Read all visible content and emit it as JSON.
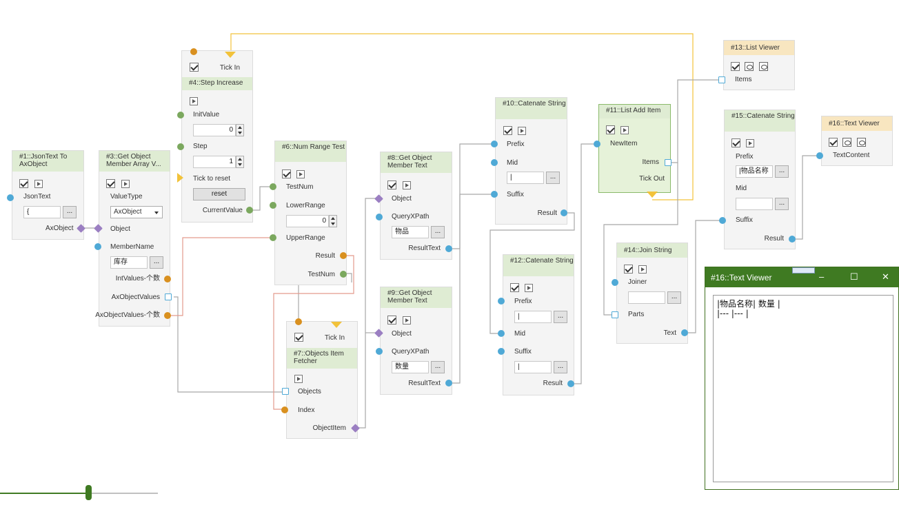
{
  "nodes": {
    "n1": {
      "title": "#1::JsonText To AxObject",
      "in_label": "JsonText",
      "input_value": "{",
      "out_label": "AxObject"
    },
    "n3": {
      "title": "#3::Get Object Member Array V...",
      "valuetype_label": "ValueType",
      "valuetype_value": "AxObject",
      "object_label": "Object",
      "membername_label": "MemberName",
      "membername_value": "库存",
      "out1": "IntValues-个数",
      "out2": "AxObjectValues",
      "out3": "AxObjectValues-个数"
    },
    "n4": {
      "title": "#4::Step Increase",
      "tick_in": "Tick In",
      "initvalue_label": "InitValue",
      "initvalue": "0",
      "step_label": "Step",
      "step": "1",
      "tick_reset_label": "Tick to reset",
      "reset_button": "reset",
      "currentvalue_label": "CurrentValue"
    },
    "n6": {
      "title": "#6::Num Range Test",
      "testnum_label": "TestNum",
      "lowerrange_label": "LowerRange",
      "lowerrange": "0",
      "upperrange_label": "UpperRange",
      "result_label": "Result",
      "testnum_out": "TestNum"
    },
    "n7": {
      "title": "#7::Objects Item Fetcher",
      "tick_in": "Tick In",
      "objects_label": "Objects",
      "index_label": "Index",
      "objectitem_label": "ObjectItem"
    },
    "n8": {
      "title": "#8::Get Object Member Text",
      "object_label": "Object",
      "query_label": "QueryXPath",
      "query_value": "物品",
      "result_label": "ResultText"
    },
    "n9": {
      "title": "#9::Get Object Member Text",
      "object_label": "Object",
      "query_label": "QueryXPath",
      "query_value": "数量",
      "result_label": "ResultText"
    },
    "n10": {
      "title": "#10::Catenate String",
      "prefix_label": "Prefix",
      "mid_label": "Mid",
      "mid_value": "|",
      "suffix_label": "Suffix",
      "result_label": "Result"
    },
    "n11": {
      "title": "#11::List Add Item",
      "newitem_label": "NewItem",
      "items_label": "Items",
      "tickout_label": "Tick Out"
    },
    "n12": {
      "title": "#12::Catenate String",
      "prefix_label": "Prefix",
      "prefix_value": "|",
      "mid_label": "Mid",
      "suffix_label": "Suffix",
      "suffix_value": "|",
      "result_label": "Result"
    },
    "n13": {
      "title": "#13::List Viewer",
      "items_label": "Items"
    },
    "n14": {
      "title": "#14::Join String",
      "joiner_label": "Joiner",
      "parts_label": "Parts",
      "text_label": "Text"
    },
    "n15": {
      "title": "#15::Catenate String",
      "prefix_label": "Prefix",
      "prefix_value": "|物品名称",
      "mid_label": "Mid",
      "suffix_label": "Suffix",
      "result_label": "Result"
    },
    "n16": {
      "title": "#16::Text Viewer",
      "textcontent_label": "TextContent"
    }
  },
  "ellipsis": "...",
  "text_window": {
    "title": "#16::Text Viewer",
    "content": "|物品名称| 数量 |\n|--- |--- |"
  },
  "colors": {
    "wire_gray": "#a8a8a8",
    "wire_red": "#e39a8c",
    "wire_yellow": "#f2c23a",
    "node_header": "#dfecd3",
    "viewer_header": "#f8e6c0",
    "window_bar": "#3f7a22"
  }
}
